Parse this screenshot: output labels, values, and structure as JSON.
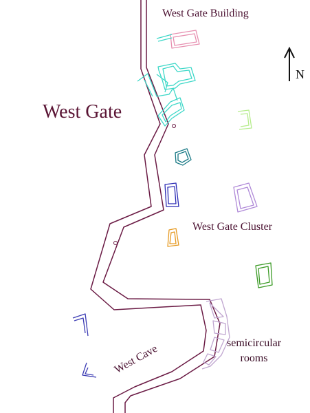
{
  "map": {
    "labels": {
      "west_gate_building": "West Gate Building",
      "west_gate": "West Gate",
      "west_gate_cluster": "West Gate Cluster",
      "semicircular_line1": "semicircular",
      "semicircular_line2": "rooms",
      "west_cave": "West Cave",
      "north": "N"
    },
    "colors": {
      "path": "#6a1a44",
      "building_pink": "#e78fb0",
      "building_cyan": "#3ed8c8",
      "structure_lightgreen": "#b6ec8c",
      "structure_teal": "#1a7a86",
      "structure_blue": "#2a2ab4",
      "structure_orange": "#e69a22",
      "structure_violet": "#b08ad8",
      "structure_green": "#3a9a24",
      "semicircular_rooms": "#c0a6d0",
      "cave_blue": "#3c3cb4",
      "label": "#4a1030",
      "north_arrow": "#111111"
    }
  }
}
